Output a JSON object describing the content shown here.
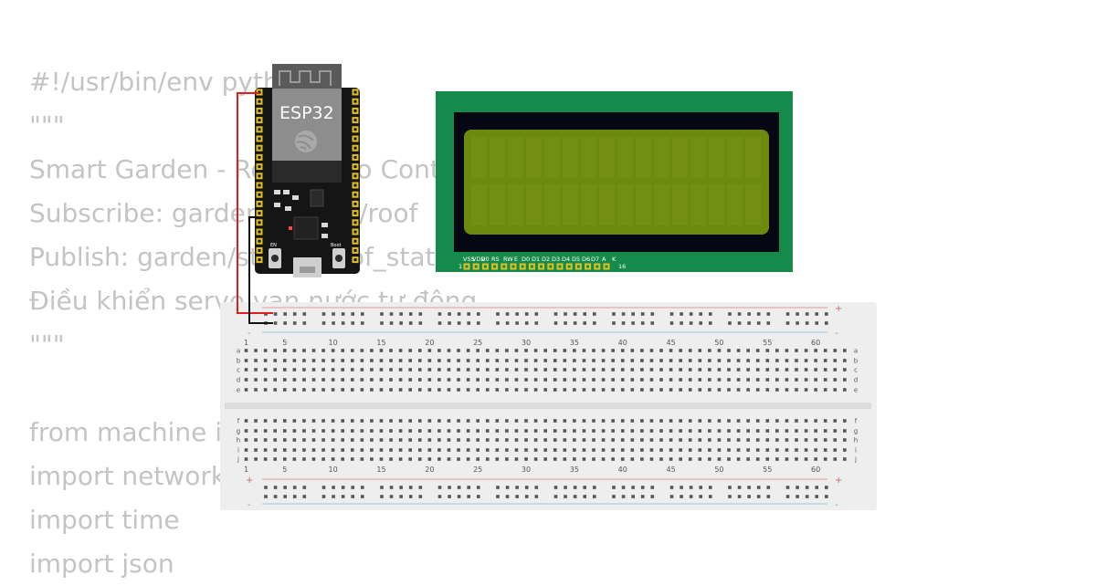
{
  "code": {
    "lines": [
      "#!/usr/bin/env python3",
      "\"\"\"",
      "Smart Garden - Roof Servo Controller (MicroPython)",
      "Subscribe: garden/control/roof",
      "Publish: garden/status/roof_state",
      "Điều khiển servo van nước tự động",
      "\"\"\"",
      "",
      "from machine import Pin, PWM",
      "import network",
      "import time",
      "import json"
    ]
  },
  "esp32": {
    "label": "ESP32",
    "en_label": "EN",
    "boot_label": "Boot"
  },
  "lcd": {
    "pins": [
      "VSS",
      "VDD",
      "V0",
      "RS",
      "RW",
      "E",
      "D0",
      "D1",
      "D2",
      "D3",
      "D4",
      "D5",
      "D6",
      "D7",
      "A",
      "K"
    ],
    "first_pin": "1",
    "last_pin": "16",
    "colors": {
      "pcb": "#158a4a",
      "bezel": "#070714",
      "screen": "#6b8a0e"
    }
  },
  "breadboard": {
    "column_numbers": [
      "1",
      "5",
      "10",
      "15",
      "20",
      "25",
      "30",
      "35",
      "40",
      "45",
      "50",
      "55",
      "60"
    ],
    "rows_top": [
      "a",
      "b",
      "c",
      "d",
      "e"
    ],
    "rows_bottom": [
      "f",
      "g",
      "h",
      "i",
      "j"
    ],
    "plus": "+",
    "minus": "-"
  },
  "wires": {
    "power": {
      "color": "#dd1f1f"
    },
    "ground": {
      "color": "#111111"
    }
  }
}
